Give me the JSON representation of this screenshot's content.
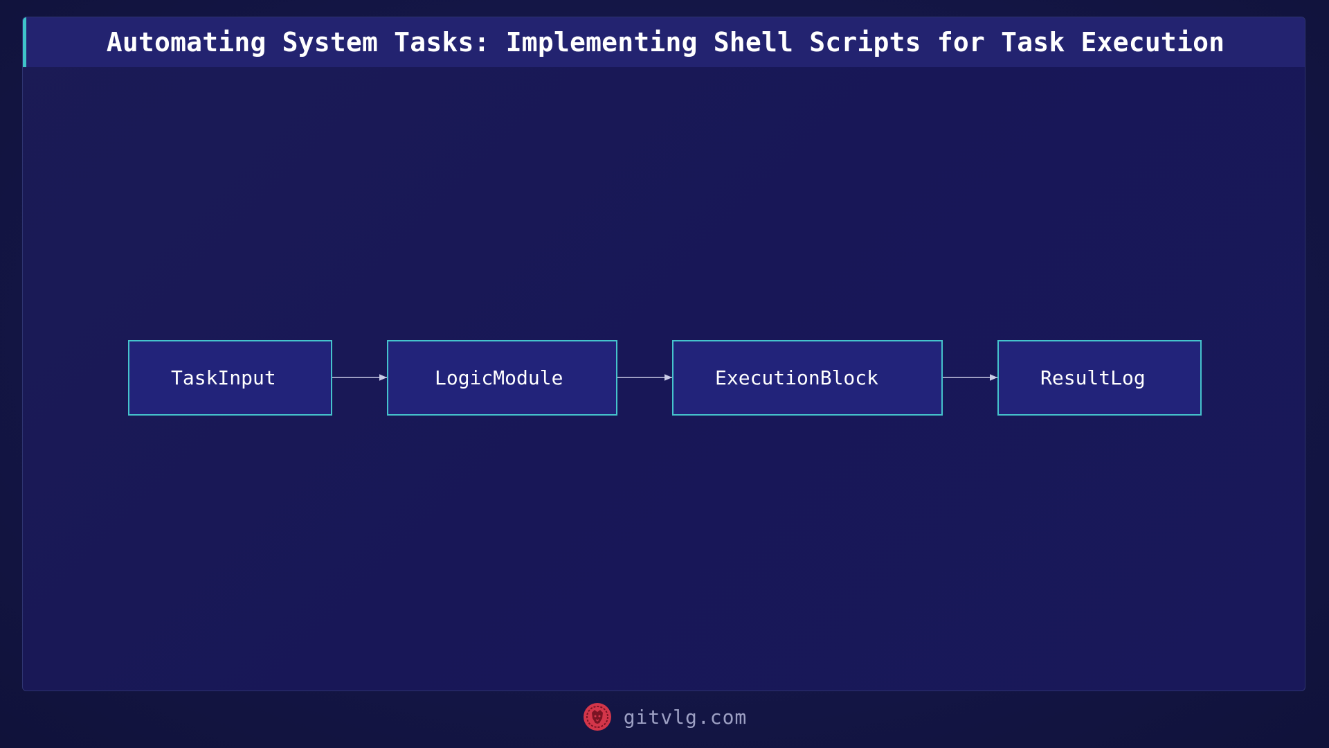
{
  "title": "Automating System Tasks: Implementing Shell Scripts for Task Execution",
  "diagram": {
    "nodes": [
      {
        "id": "task-input",
        "label": "TaskInput"
      },
      {
        "id": "logic-module",
        "label": "LogicModule"
      },
      {
        "id": "execution-block",
        "label": "ExecutionBlock"
      },
      {
        "id": "result-log",
        "label": "ResultLog"
      }
    ],
    "edges": [
      {
        "from": "TaskInput",
        "to": "LogicModule"
      },
      {
        "from": "LogicModule",
        "to": "ExecutionBlock"
      },
      {
        "from": "ExecutionBlock",
        "to": "ResultLog"
      }
    ]
  },
  "footer": {
    "site": "gitvlg.com",
    "logo_icon": "lion-head-logo-icon"
  },
  "colors": {
    "node_border": "#45c3cc",
    "node_fill": "#22237a",
    "title_accent": "#3fc4c9",
    "logo": "#d3364a"
  }
}
